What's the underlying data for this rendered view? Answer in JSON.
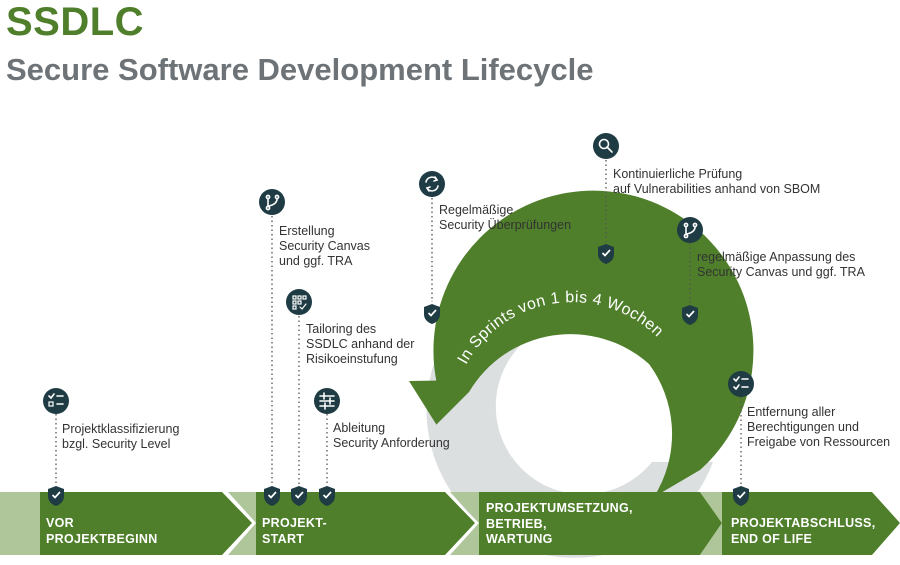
{
  "header": {
    "title": "SSDLC",
    "subtitle": "Secure Software Development Lifecycle"
  },
  "colors": {
    "title_green": "#4f7f2b",
    "subtitle_gray": "#6d7377",
    "phase_green": "#4f7f2b",
    "phase_light": "#aec69a",
    "ring_shadow": "#dcdfe0",
    "icon_dark": "#1f3b44",
    "text": "#333333"
  },
  "cycle_label": "In Sprints von 1 bis 4 Wochen",
  "phases": [
    {
      "lines": [
        "VOR",
        "PROJEKTBEGINN"
      ]
    },
    {
      "lines": [
        "PROJEKT-",
        "START"
      ]
    },
    {
      "lines": [
        "PROJEKTUMSETZUNG,",
        "BETRIEB,",
        "WARTUNG"
      ]
    },
    {
      "lines": [
        "PROJEKTABSCHLUSS,",
        "END OF LIFE"
      ]
    }
  ],
  "milestones": [
    {
      "icon": "checklist-icon",
      "lines": [
        "Projektklassifizierung",
        "bzgl. Security Level"
      ]
    },
    {
      "icon": "git-branch-icon",
      "lines": [
        "Erstellung",
        "Security Canvas",
        "und ggf. TRA"
      ]
    },
    {
      "icon": "grid-check-icon",
      "lines": [
        "Tailoring des",
        "SSDLC anhand der",
        "Risikoeinstufung"
      ]
    },
    {
      "icon": "sliders-icon",
      "lines": [
        "Ableitung",
        "Security Anforderung"
      ]
    },
    {
      "icon": "refresh-icon",
      "lines": [
        "Regelmäßige",
        "Security Überprüfungen"
      ]
    },
    {
      "icon": "search-icon",
      "lines": [
        "Kontinuierliche Prüfung",
        "auf Vulnerabilities anhand von SBOM"
      ]
    },
    {
      "icon": "git-branch-icon",
      "lines": [
        "regelmäßige Anpassung des",
        "Security Canvas und ggf. TRA"
      ]
    },
    {
      "icon": "checklist-icon",
      "lines": [
        "Entfernung aller",
        "Berechtigungen und",
        "Freigabe von Ressourcen"
      ]
    }
  ]
}
